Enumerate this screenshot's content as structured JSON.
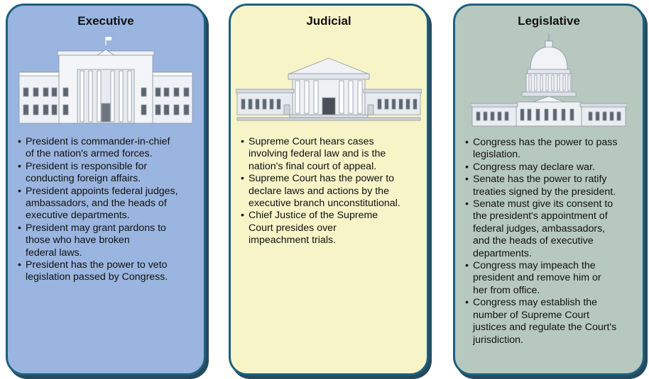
{
  "colors": {
    "executive_bg": "#9ab5df",
    "judicial_bg": "#f7f4c8",
    "legislative_bg": "#b7c9bf",
    "border": "#1d5f7e",
    "shadow": "#264a5e"
  },
  "panels": [
    {
      "title": "Executive",
      "icon": "white-house-icon",
      "points": [
        "President is commander-in-chief\nof the nation's armed forces.",
        "President is responsible for\nconducting foreign affairs.",
        "President appoints federal judges,\nambassadors, and the heads of\nexecutive departments.",
        "President may grant pardons to\nthose who have broken\nfederal laws.",
        "President has the power to veto\nlegislation passed by Congress."
      ]
    },
    {
      "title": "Judicial",
      "icon": "supreme-court-icon",
      "points": [
        "Supreme Court hears cases\ninvolving federal law and is the\nnation's final court of appeal.",
        "Supreme Court has the power to\ndeclare laws and actions by the\nexecutive branch unconstitutional.",
        "Chief Justice of the Supreme\nCourt presides over\nimpeachment trials."
      ]
    },
    {
      "title": "Legislative",
      "icon": "capitol-building-icon",
      "points": [
        "Congress has the power to pass\nlegislation.",
        "Congress may declare war.",
        "Senate has the power to ratify\ntreaties signed by the president.",
        "Senate must give its consent to\nthe president's appointment of\nfederal judges, ambassadors,\nand the heads of executive\ndepartments.",
        "Congress may impeach the\npresident and remove him or\nher from office.",
        "Congress may establish the\nnumber of Supreme Court\njustices and regulate the Court's\njurisdiction."
      ]
    }
  ]
}
